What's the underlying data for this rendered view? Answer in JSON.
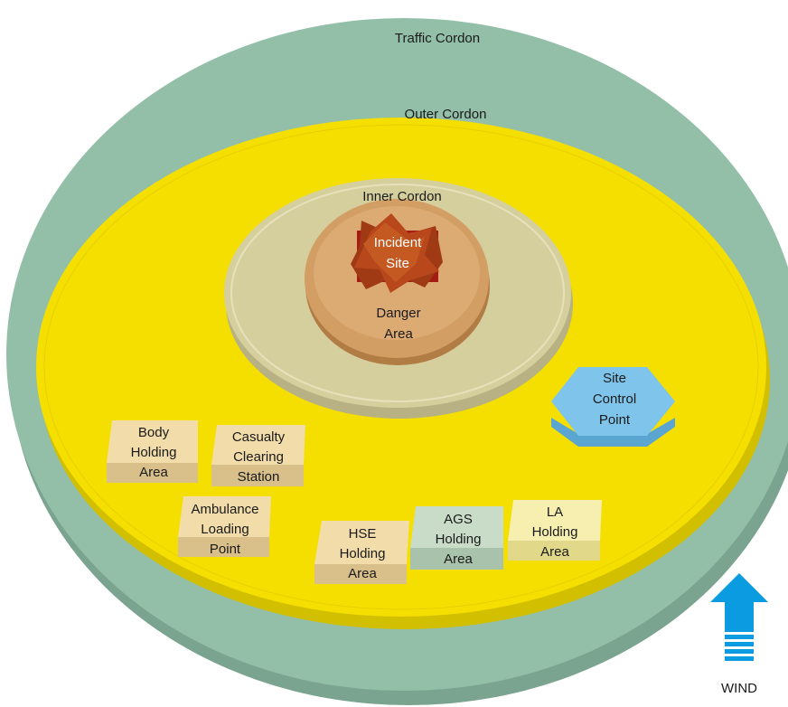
{
  "cordons": {
    "traffic": "Traffic Cordon",
    "outer": "Outer Cordon",
    "inner": "Inner Cordon"
  },
  "incident": {
    "line1": "Incident",
    "line2": "Site"
  },
  "danger": {
    "line1": "Danger",
    "line2": "Area"
  },
  "site_control": {
    "line1": "Site",
    "line2": "Control",
    "line3": "Point"
  },
  "areas": {
    "body": {
      "line1": "Body",
      "line2": "Holding",
      "line3": "Area"
    },
    "casualty": {
      "line1": "Casualty",
      "line2": "Clearing",
      "line3": "Station"
    },
    "ambulance": {
      "line1": "Ambulance",
      "line2": "Loading",
      "line3": "Point"
    },
    "hse": {
      "line1": "HSE",
      "line2": "Holding",
      "line3": "Area"
    },
    "ags": {
      "line1": "AGS",
      "line2": "Holding",
      "line3": "Area"
    },
    "la": {
      "line1": "LA",
      "line2": "Holding",
      "line3": "Area"
    }
  },
  "wind": {
    "label": "WIND"
  },
  "colors": {
    "traffic": "#93bfa9",
    "outer": "#f5df00",
    "inner": "#d5cf9e",
    "danger": "#d39e64",
    "incident": "#b33a14",
    "site_control": "#7fc4ea",
    "tan_box": "#f2dcaa",
    "ags_box": "#c9dcc8",
    "la_box": "#f6efb0",
    "wind": "#0a9be0"
  }
}
